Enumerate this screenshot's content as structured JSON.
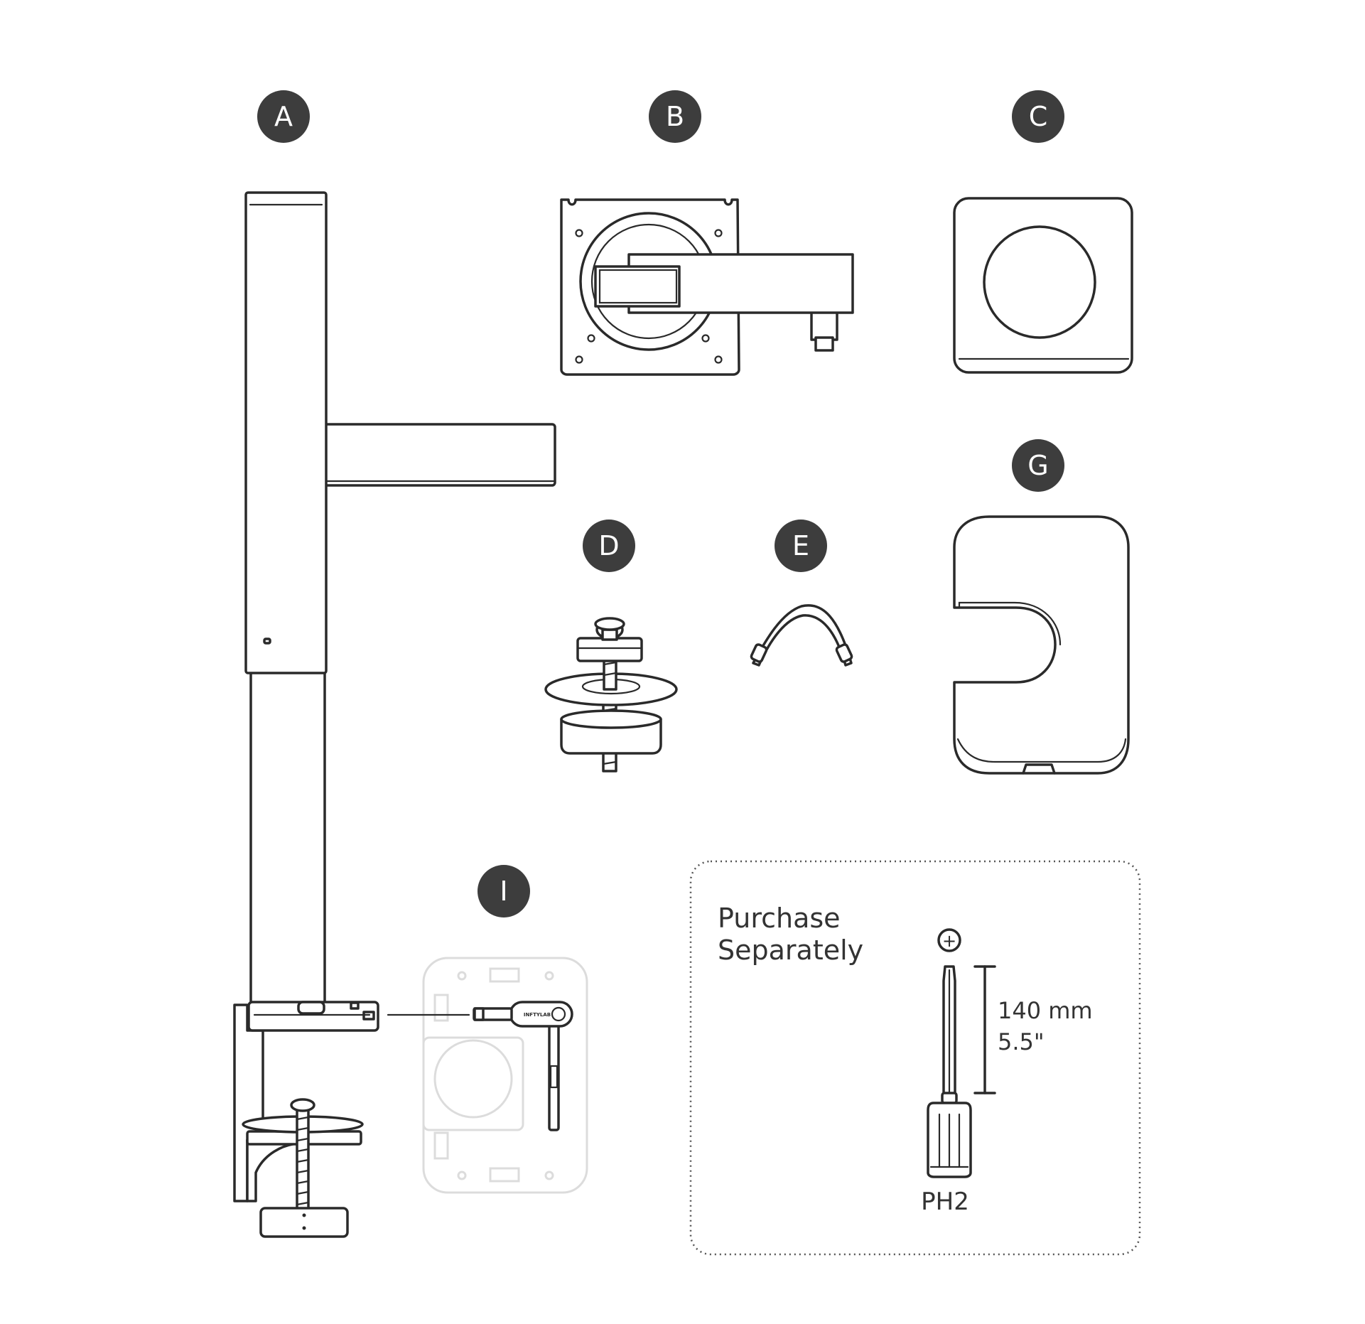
{
  "parts": [
    {
      "letter": "A",
      "name": "Pole with clamp"
    },
    {
      "letter": "B",
      "name": "VESA arm"
    },
    {
      "letter": "C",
      "name": "Cap plate"
    },
    {
      "letter": "D",
      "name": "Grommet bolt"
    },
    {
      "letter": "E",
      "name": "Cable clip"
    },
    {
      "letter": "G",
      "name": "Cover"
    },
    {
      "letter": "I",
      "name": "Allen key"
    }
  ],
  "allen_key_brand": "INFTYLAB",
  "purchase_box": {
    "title_line1": "Purchase",
    "title_line2": "Separately",
    "length_mm": "140 mm",
    "length_in": "5.5\"",
    "tool": "PH2",
    "tool_symbol": "+"
  },
  "colors": {
    "badge": "#3d3d3d",
    "line": "#2a2a2a",
    "faint": "#dcdcdc"
  }
}
